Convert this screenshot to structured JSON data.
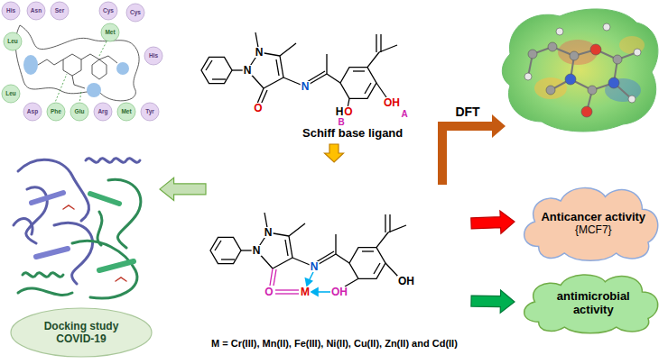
{
  "diagram": {
    "nodes": [
      {
        "text": [
          "Schiff base ligand"
        ]
      },
      {
        "text": [
          "M = Cr(III), Mn(II), Fe(III), Ni(II), Cu(II), Zn(II) and Cd(II)"
        ]
      },
      {
        "text": [
          "Anticancer activity",
          "{MCF7}"
        ]
      },
      {
        "text": [
          "antimicrobial activity"
        ]
      },
      {
        "text": [
          "Docking study COVID-19"
        ]
      }
    ],
    "edges": [
      {
        "from": 0,
        "to": 1,
        "arrow": "to"
      },
      {
        "from": 1,
        "to": 2,
        "arrow": "to"
      },
      {
        "from": 1,
        "to": 3,
        "arrow": "to"
      },
      {
        "from": 1,
        "to": 4,
        "arrow": "to"
      }
    ],
    "labels": [
      "DFT",
      "N",
      "N",
      "O",
      "N",
      "H",
      "O",
      "B",
      "OH",
      "A",
      "N",
      "N",
      "O",
      "N",
      "M",
      "OH",
      "OH",
      "His",
      "Asn",
      "Ser",
      "Cys",
      "Cys",
      "Leu",
      "Leu",
      "Met",
      "His",
      "Asp",
      "Phe",
      "Glu",
      "Arg",
      "Met",
      "Tyr"
    ]
  }
}
